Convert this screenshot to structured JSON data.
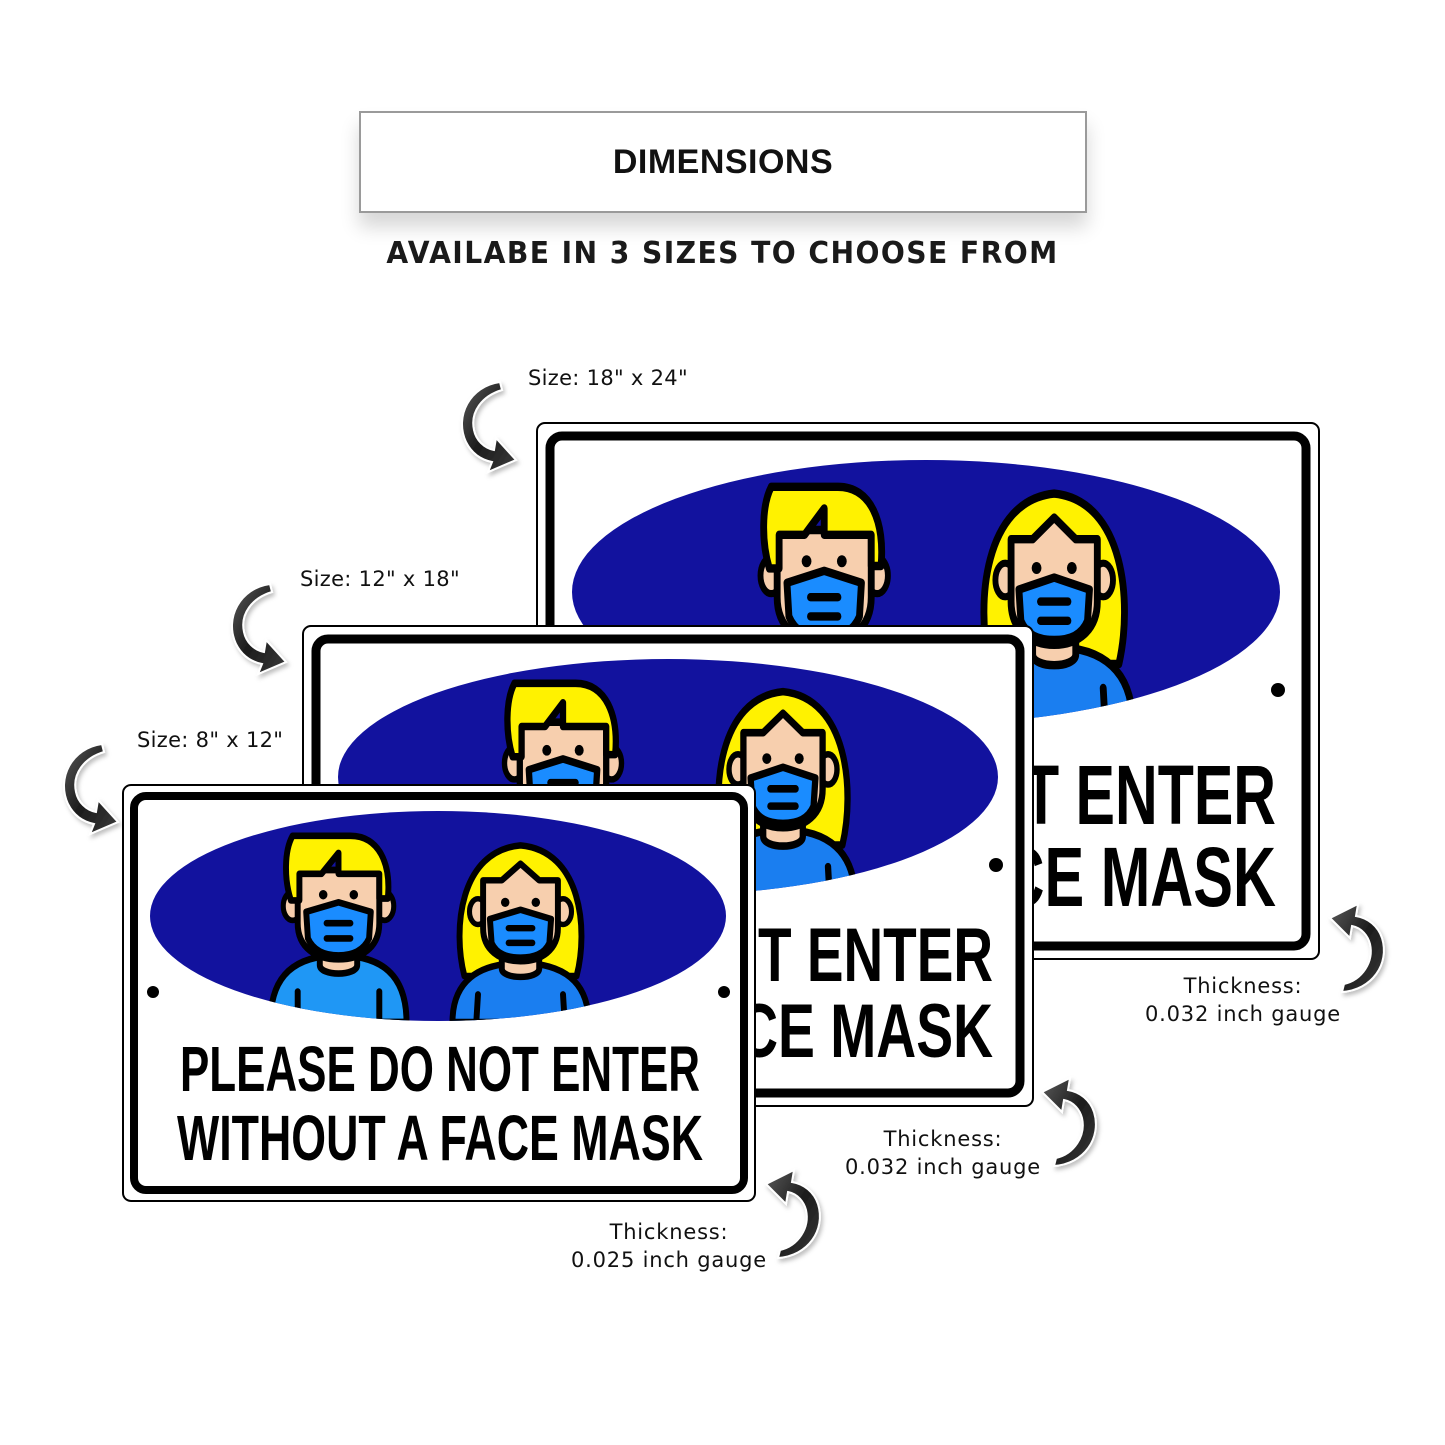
{
  "header": {
    "title": "DIMENSIONS",
    "subtitle": "AVAILABE IN 3 SIZES TO CHOOSE FROM"
  },
  "sign": {
    "line1": "PLEASE DO NOT ENTER",
    "line2": "WITHOUT A FACE MASK",
    "colors": {
      "oval": "#12129e",
      "hair": "#fff200",
      "skin": "#f7cfae",
      "mask": "#1a8cff",
      "shirt_man": "#1f97f5",
      "shirt_woman": "#1a7ef0",
      "outline": "#000000"
    }
  },
  "sizes": [
    {
      "size_label": "Size: 18\" x 24\"",
      "thickness_title": "Thickness:",
      "thickness_value": "0.032 inch gauge"
    },
    {
      "size_label": "Size: 12\" x 18\"",
      "thickness_title": "Thickness:",
      "thickness_value": "0.032 inch gauge"
    },
    {
      "size_label": "Size: 8\" x 12\"",
      "thickness_title": "Thickness:",
      "thickness_value": "0.025 inch gauge"
    }
  ],
  "icons": {
    "size_arrow": "curved-arrow-down-right",
    "thickness_arrow": "curved-arrow-up-left"
  }
}
